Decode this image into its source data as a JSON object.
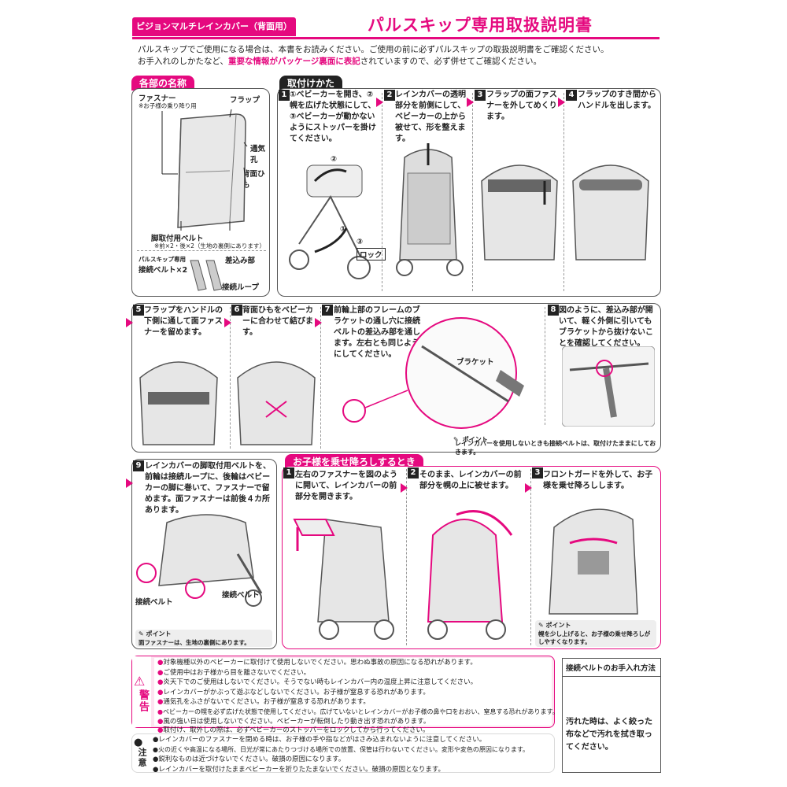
{
  "header": {
    "tag": "ピジョンマルチレインカバー（背面用）",
    "title": "パルスキップ専用取扱説明書"
  },
  "intro": {
    "line1": "パルスキップでご使用になる場合は、本書をお読みください。ご使用の前に必ずパルスキップの取扱説明書をご確認ください。",
    "line2a": "お手入れのしかたなど、",
    "line2b": "重要な情報がパッケージ裏面に表記",
    "line2c": "されていますので、必ず併せてご確認ください。"
  },
  "parts": {
    "tab": "各部の名称",
    "fastener": "ファスナー",
    "fastener_note": "※お子様の乗り降り用",
    "flap": "フラップ",
    "vent": "通気孔",
    "back_string": "背面ひも",
    "leg_belt": "脚取付用ベルト",
    "leg_belt_note": "※前×2・後×2（生地の裏側にあります）",
    "belt_caption1": "パルスキップ専用",
    "belt_caption2": "接続ベルト×2",
    "insert": "差込み部",
    "loop": "接続ループ"
  },
  "attach": {
    "tab": "取付けかた",
    "steps": [
      {
        "num": "1",
        "text": "①ベビーカーを開き、②幌を広げた状態にして、③ベビーカーが動かないようにストッパーを掛けてください。"
      },
      {
        "num": "2",
        "text": "レインカバーの透明部分を前側にして、ベビーカーの上から被せて、形を整えます。"
      },
      {
        "num": "3",
        "text": "フラップの面ファスナーを外してめくります。"
      },
      {
        "num": "4",
        "text": "フラップのすき間からハンドルを出します。"
      },
      {
        "num": "5",
        "text": "フラップをハンドルの下側に通して面ファスナーを留めます。"
      },
      {
        "num": "6",
        "text": "背面ひもをベビーカーに合わせて結びます。"
      },
      {
        "num": "7",
        "text": "前輪上部のフレームのブラケットの通し穴に接続ベルトの差込み部を通します。左右とも同じようにしてください。"
      },
      {
        "num": "8",
        "text": "図のように、差込み部が開いて、軽く外側に引いてもブラケットから抜けないことを確認してください。"
      },
      {
        "num": "9",
        "text": "レインカバーの脚取付用ベルトを、前輪は接続ループに、後輪はベビーカーの脚に巻いて、ファスナーで留めます。面ファスナーは前後４カ所あります。"
      }
    ],
    "circle1": "①",
    "circle2": "②",
    "circle3": "③",
    "lock": "ロック",
    "bracket": "ブラケット",
    "point_label": "ポイント",
    "point7": "レインカバーを使用しないときも接続ベルトは、取付けたままにしておきます。",
    "conn_belt_r": "接続ベルト",
    "conn_belt_l": "接続ベルト",
    "point9": "面ファスナーは、生地の裏側にあります。"
  },
  "ride": {
    "tab": "お子様を乗せ降ろしするとき",
    "steps": [
      {
        "num": "1",
        "text": "左右のファスナーを図のように開いて、レインカバーの前部分を開きます。"
      },
      {
        "num": "2",
        "text": "そのまま、レインカバーの前部分を幌の上に被せます。"
      },
      {
        "num": "3",
        "text": "フロントガードを外して、お子様を乗せ降ろしします。"
      }
    ],
    "point_label": "ポイント",
    "point": "幌を少し上げると、お子様の乗せ降ろしがしやすくなります。"
  },
  "warning": {
    "label": "警告",
    "items": [
      "対象機種以外のベビーカーに取付けて使用しないでください。思わぬ事故の原因になる恐れがあります。",
      "ご使用中はお子様から目を離さないでください。",
      "炎天下でのご使用はしないでください。そうでない時もレインカバー内の温度上昇に注意してください。",
      "レインカバーがかぶって遊ぶなどしないでください。お子様が窒息する恐れがあります。",
      "通気孔をふさがないでください。お子様が窒息する恐れがあります。",
      "ベビーカーの幌を必ず広げた状態で使用してください。広げていないとレインカバーがお子様の鼻や口をおおい、窒息する恐れがあります。",
      "風の強い日は使用しないでください。ベビーカーが転倒したり動き出す恐れがあります。",
      "取付け、取外しの際は、必ずベビーカーのストッパーをロックしてから行ってください。"
    ]
  },
  "caution": {
    "label": "注意",
    "items": [
      "レインカバーのファスナーを閉める時は、お子様の手や指などがはさみ込まれないように注意してください。",
      "火の近くや高温になる場所、日光が常にあたりつづける場所での放置、保管は行わないでください。変形や変色の原因になります。",
      "鋭利なものは近づけないでください。破損の原因になります。",
      "レインカバーを取付けたままベビーカーを折りたたまないでください。破損の原因となります。"
    ]
  },
  "care": {
    "title": "接続ベルトのお手入れ方法",
    "text": "汚れた時は、よく絞った布などで汚れを拭き取ってください。"
  },
  "icons": {
    "warning": "warning-triangle-icon",
    "caution": "caution-circle-icon",
    "point": "lightbulb-icon",
    "arrow": "pink-arrow-icon"
  },
  "colors": {
    "accent": "#e5097f",
    "text": "#222222",
    "warnbg": "#fde4f0"
  }
}
